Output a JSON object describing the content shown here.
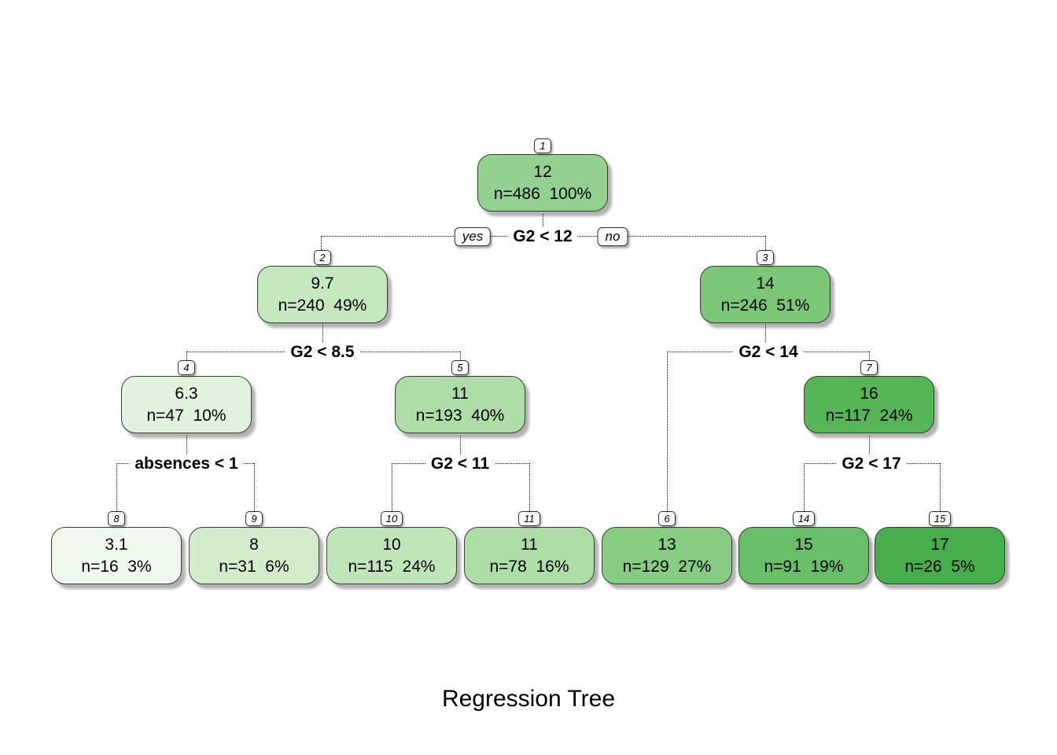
{
  "title": "Regression Tree",
  "branch_labels": {
    "yes": "yes",
    "no": "no"
  },
  "splits": [
    {
      "parent": "1",
      "label": "G2 < 12",
      "children": [
        "2",
        "3"
      ]
    },
    {
      "parent": "2",
      "label": "G2 < 8.5",
      "children": [
        "4",
        "5"
      ]
    },
    {
      "parent": "3",
      "label": "G2 < 14",
      "children": [
        "6",
        "7"
      ]
    },
    {
      "parent": "4",
      "label": "absences < 1",
      "children": [
        "8",
        "9"
      ]
    },
    {
      "parent": "5",
      "label": "G2 < 11",
      "children": [
        "10",
        "11"
      ]
    },
    {
      "parent": "7",
      "label": "G2 < 17",
      "children": [
        "14",
        "15"
      ]
    }
  ],
  "nodes": [
    {
      "id": "1",
      "value": "12",
      "stats": "n=486  100%",
      "fill": "#92d28e"
    },
    {
      "id": "2",
      "value": "9.7",
      "stats": "n=240  49%",
      "fill": "#c5e8bf"
    },
    {
      "id": "3",
      "value": "14",
      "stats": "n=246  51%",
      "fill": "#7ac877"
    },
    {
      "id": "4",
      "value": "6.3",
      "stats": "n=47  10%",
      "fill": "#e1f3dc"
    },
    {
      "id": "5",
      "value": "11",
      "stats": "n=193  40%",
      "fill": "#addea6"
    },
    {
      "id": "7",
      "value": "16",
      "stats": "n=117  24%",
      "fill": "#55b657"
    },
    {
      "id": "8",
      "value": "3.1",
      "stats": "n=16  3%",
      "fill": "#eef8eb"
    },
    {
      "id": "9",
      "value": "8",
      "stats": "n=31  6%",
      "fill": "#d3edcc"
    },
    {
      "id": "10",
      "value": "10",
      "stats": "n=115  24%",
      "fill": "#c0e5b9"
    },
    {
      "id": "11",
      "value": "11",
      "stats": "n=78  16%",
      "fill": "#addea6"
    },
    {
      "id": "6",
      "value": "13",
      "stats": "n=129  27%",
      "fill": "#86cc82"
    },
    {
      "id": "14",
      "value": "15",
      "stats": "n=91  19%",
      "fill": "#68bf67"
    },
    {
      "id": "15",
      "value": "17",
      "stats": "n=26  5%",
      "fill": "#47ae4c"
    }
  ]
}
